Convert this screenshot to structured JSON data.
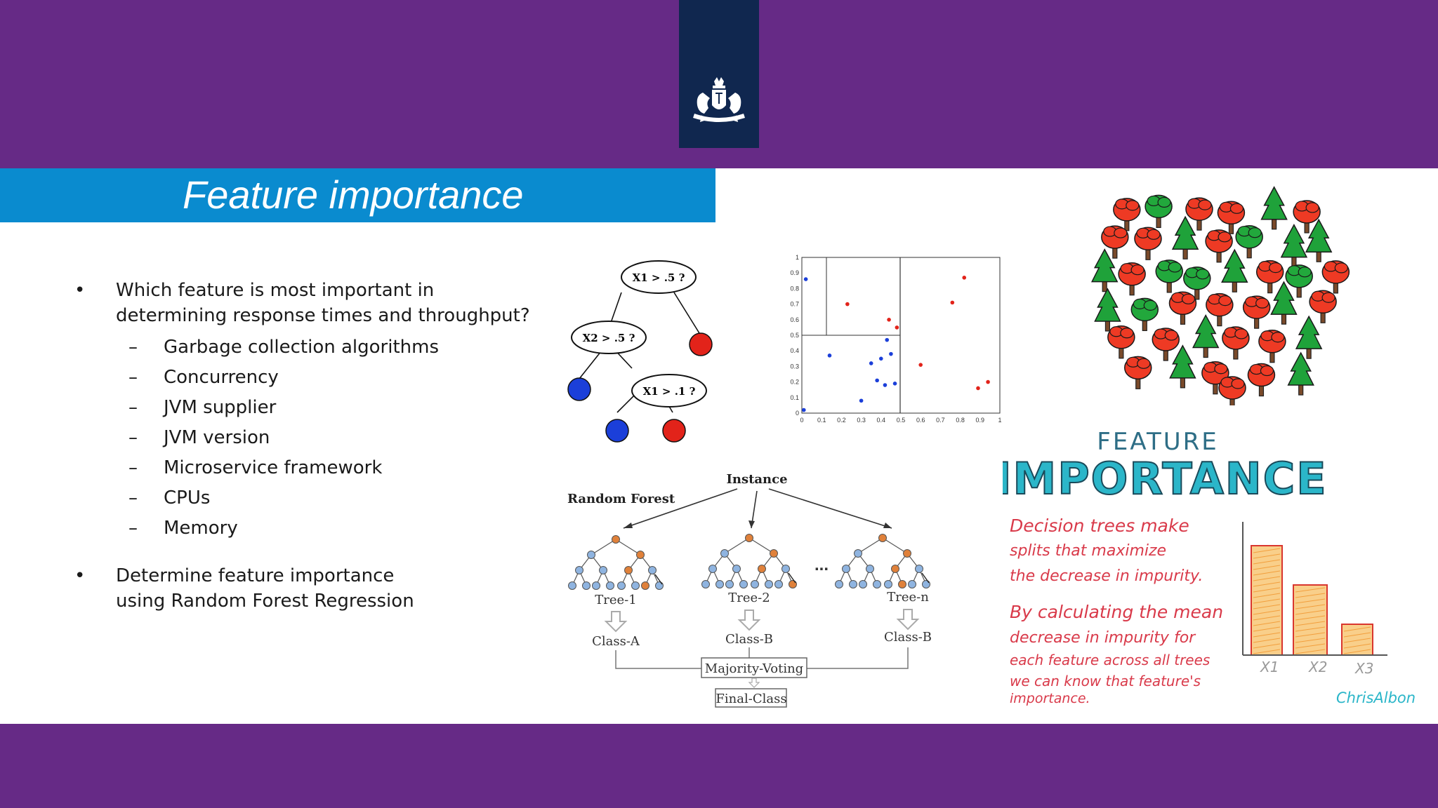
{
  "slide": {
    "title": "Feature importance",
    "bullets": [
      {
        "text_line1": "Which feature is most important in",
        "text_line2": "determining response times and throughput?",
        "subitems": [
          "Garbage collection algorithms",
          "Concurrency",
          "JVM supplier",
          "JVM version",
          "Microservice framework",
          "CPUs",
          "Memory"
        ]
      },
      {
        "text_line1": "Determine feature importance",
        "text_line2": "using Random Forest Regression"
      }
    ],
    "bullet_symbol": "•",
    "dash_symbol": "–"
  },
  "decision_tree": {
    "root": "X1 > .5 ?",
    "left": "X2 > .5 ?",
    "leaf_split": "X1 > .1 ?"
  },
  "scatter_plot": {
    "y_ticks": [
      "0",
      "0.1",
      "0.2",
      "0.3",
      "0.4",
      "0.5",
      "0.6",
      "0.7",
      "0.8",
      "0.9",
      "1"
    ],
    "x_ticks": [
      "0",
      "0.1",
      "0.2",
      "0.3",
      "0.4",
      "0.5",
      "0.6",
      "0.7",
      "0.8",
      "0.9",
      "1"
    ],
    "blue_points": [
      [
        0.02,
        0.86
      ],
      [
        0.01,
        0.02
      ],
      [
        0.14,
        0.37
      ],
      [
        0.3,
        0.08
      ],
      [
        0.35,
        0.32
      ],
      [
        0.38,
        0.21
      ],
      [
        0.4,
        0.35
      ],
      [
        0.42,
        0.18
      ],
      [
        0.43,
        0.47
      ],
      [
        0.45,
        0.38
      ],
      [
        0.47,
        0.19
      ]
    ],
    "red_points": [
      [
        0.23,
        0.7
      ],
      [
        0.44,
        0.6
      ],
      [
        0.48,
        0.55
      ],
      [
        0.6,
        0.31
      ],
      [
        0.76,
        0.71
      ],
      [
        0.82,
        0.87
      ],
      [
        0.89,
        0.16
      ],
      [
        0.94,
        0.2
      ]
    ]
  },
  "random_forest": {
    "label": "Random Forest",
    "instance": "Instance",
    "trees": [
      "Tree-1",
      "Tree-2",
      "Tree-n"
    ],
    "ellipsis": "...",
    "classes": [
      "Class-A",
      "Class-B",
      "Class-B"
    ],
    "voting": "Majority-Voting",
    "final": "Final-Class"
  },
  "sketch": {
    "heading_small": "FEATURE",
    "heading_big": "IMPORTANCE",
    "lines": [
      "Decision trees make",
      "splits that maximize",
      "the decrease in impurity.",
      "By calculating the mean",
      "decrease in impurity for",
      "each feature across all trees",
      "we can know that feature's",
      "importance."
    ],
    "bar_labels": [
      "X1",
      "X2",
      "X3"
    ],
    "bar_values": [
      0.78,
      0.5,
      0.22
    ],
    "signature": "ChrisAlbon"
  },
  "colors": {
    "purple": "#662A86",
    "navy": "#10274F",
    "title_blue": "#0A8BCF",
    "red": "#E2231A",
    "blue": "#1B3FD9",
    "sketch_red": "#D93A4A",
    "sketch_teal": "#2BB6C9",
    "bar_orange": "#F4A72A"
  }
}
